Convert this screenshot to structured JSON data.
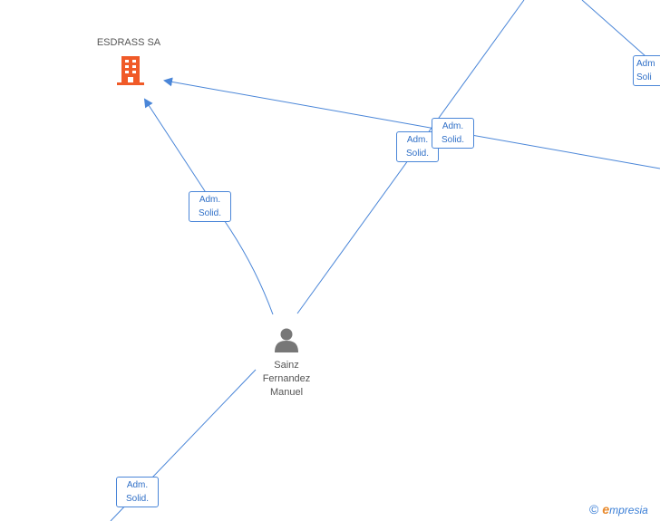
{
  "nodes": {
    "company": {
      "name": "ESDRASS SA",
      "icon": "building-icon",
      "color": "#f05a28"
    },
    "person": {
      "name_lines": [
        "Sainz",
        "Fernandez",
        "Manuel"
      ],
      "icon": "person-icon",
      "color": "#777777"
    }
  },
  "edge_labels": [
    [
      "Adm.",
      "Solid."
    ],
    [
      "Adm.",
      "Solid."
    ],
    [
      "Adm.",
      "Solid."
    ],
    [
      "Adm.",
      "Solid."
    ],
    [
      "Adm",
      "Soli"
    ]
  ],
  "colors": {
    "edge": "#4a86d8"
  },
  "brand": {
    "copyright": "©",
    "initial": "e",
    "name": "mpresia"
  }
}
